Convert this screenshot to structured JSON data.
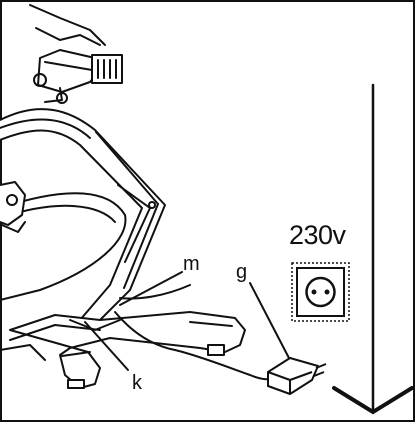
{
  "labels": {
    "voltage": "230v",
    "m": "m",
    "g": "g",
    "k": "k"
  },
  "icons": {
    "outlet": "power-outlet-icon",
    "adapter": "power-adapter-icon",
    "arrow": "down-arrow-icon"
  },
  "colors": {
    "line": "#111111",
    "background": "#ffffff"
  }
}
